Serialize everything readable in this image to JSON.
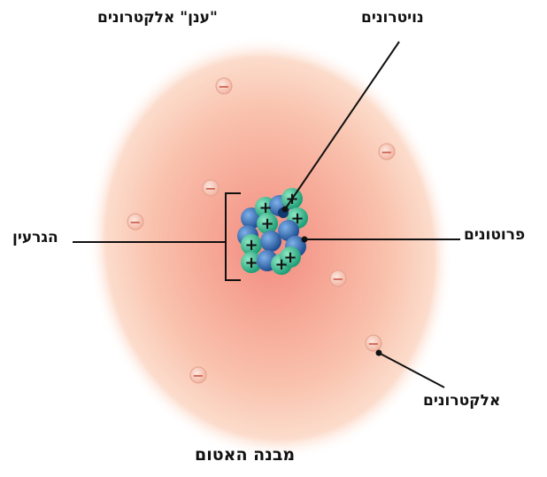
{
  "labels": {
    "electron_cloud": "\"ענן\" אלקטרונים",
    "neutrons": "נויטרונים",
    "nucleus": "הגרעין",
    "protons": "פרוטונים",
    "electrons": "אלקטרונים",
    "title": "מבנה האטום"
  },
  "symbols": {
    "electron": "−",
    "proton": "+"
  },
  "colors": {
    "cloud_outer": "#fde4d6",
    "cloud_mid": "#f7b9a0",
    "cloud_inner": "#f08a7a",
    "proton": "#3fbf96",
    "neutron": "#2e6fb7",
    "electron_fill": "#f4c2b2",
    "electron_stroke": "#e09080",
    "leader_line": "#111111"
  }
}
